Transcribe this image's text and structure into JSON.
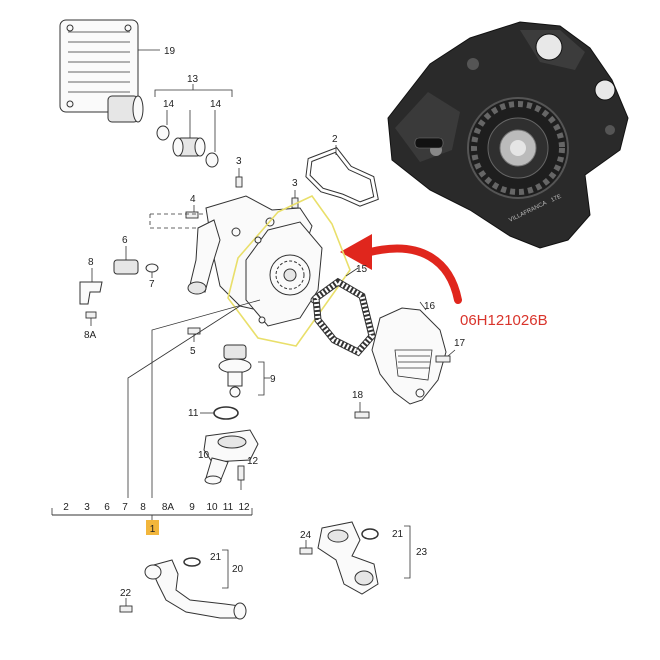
{
  "part_number": "06H121026B",
  "photo_text": {
    "brand": "VILLAFRANCA",
    "code": "17E"
  },
  "callouts": {
    "c19": "19",
    "c13": "13",
    "c14a": "14",
    "c14b": "14",
    "c2": "2",
    "c3a": "3",
    "c3b": "3",
    "c4": "4",
    "c6": "6",
    "c7a": "7",
    "c8a": "8",
    "c8Aa": "8A",
    "c15": "15",
    "c16": "16",
    "c17": "17",
    "c5a": "5",
    "c9a": "9",
    "c18": "18",
    "c11a": "11",
    "c10a": "10",
    "c12a": "12",
    "c21a": "21",
    "c20": "20",
    "c22": "22",
    "c24": "24",
    "c21b": "21",
    "c23": "23"
  },
  "bottom_row": [
    "2",
    "3",
    "6",
    "7",
    "8",
    "8A",
    "9",
    "10",
    "11",
    "12"
  ],
  "highlight_label": "1",
  "colors": {
    "highlight": "#e9df6a",
    "arrow": "#e0261d",
    "label_box": "#f2b63c",
    "line": "#333333"
  }
}
